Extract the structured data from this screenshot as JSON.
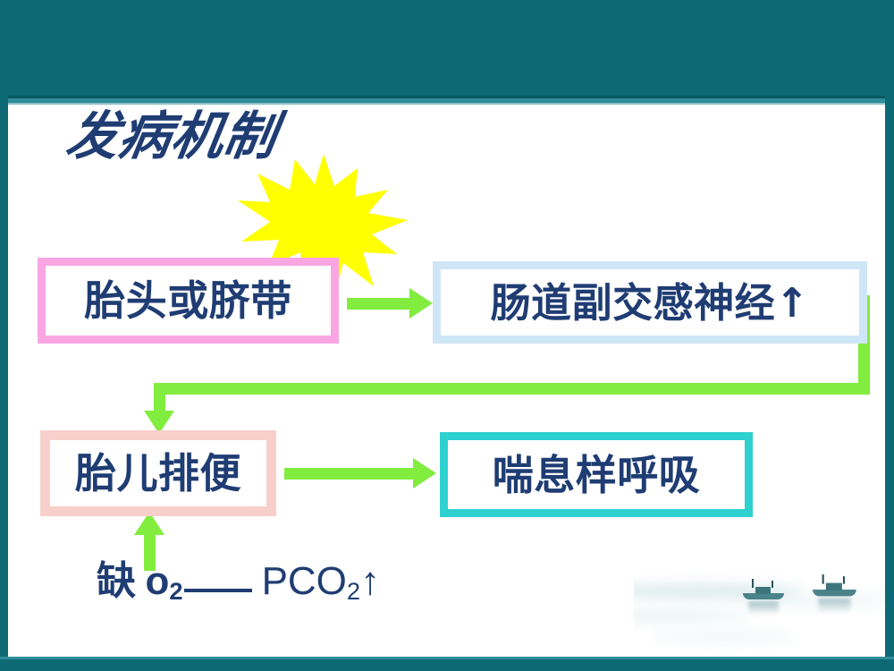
{
  "slide": {
    "title": "发病机制",
    "theme": {
      "frame_color": "#0d6a74",
      "frame_accent": "#2f8e99",
      "background": "#ffffff",
      "text_color": "#1f3d73",
      "arrow_color": "#82ec3f",
      "starburst_color": "#ffff00"
    }
  },
  "diagram": {
    "type": "flowchart",
    "nodes": [
      {
        "id": "fetal-head-or-cord",
        "label": "胎头或脐带",
        "border_color": "#f9a6e3",
        "position": "top-left"
      },
      {
        "id": "intestinal-parasympathetic",
        "label": "肠道副交感神经↑",
        "border_color": "#cfe6f7",
        "position": "top-right"
      },
      {
        "id": "fetal-meconium",
        "label": "胎儿排便",
        "border_color": "#f8cfcb",
        "position": "mid-left"
      },
      {
        "id": "gasping-respiration",
        "label": "喘息样呼吸",
        "border_color": "#2fd0d0",
        "position": "mid-right"
      }
    ],
    "edges": [
      {
        "from": "fetal-head-or-cord",
        "to": "intestinal-parasympathetic",
        "style": "straight-right"
      },
      {
        "from": "intestinal-parasympathetic",
        "to": "fetal-meconium",
        "style": "elbow-right-down-left-down"
      },
      {
        "from": "fetal-meconium",
        "to": "gasping-respiration",
        "style": "straight-right"
      },
      {
        "from": "hypoxia-formula",
        "to": "fetal-meconium",
        "style": "straight-up"
      }
    ],
    "formula": {
      "id": "hypoxia-formula",
      "cjk_prefix": "缺",
      "term1_base": "o",
      "term1_sub": "2",
      "separator": "__",
      "term2_base": "PCO",
      "term2_sub": "2",
      "trend": "↑",
      "full_text": "缺 o2__PCO2↑"
    },
    "decoration": {
      "starburst": "explosion-starburst-shape",
      "watermark": "fishing-boats-on-misty-water"
    }
  }
}
